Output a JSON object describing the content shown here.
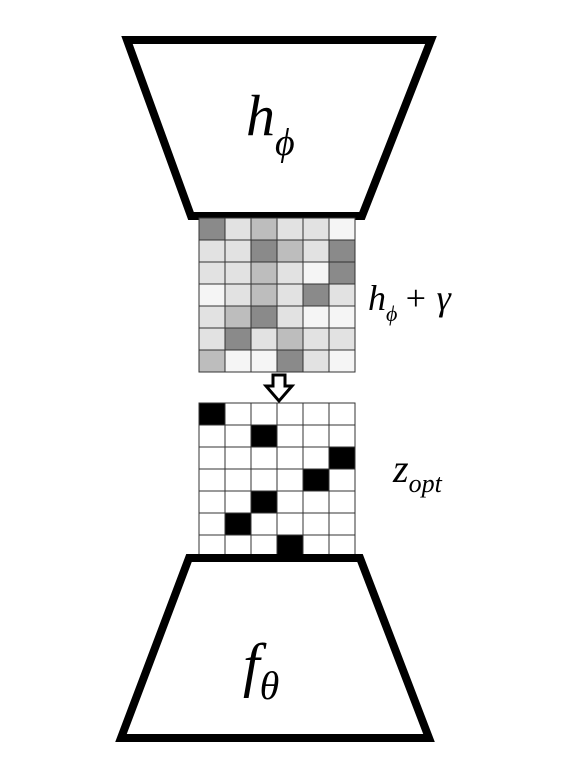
{
  "encoder": {
    "symbol": "h",
    "subscript": "ϕ"
  },
  "decoder": {
    "symbol": "f",
    "subscript": "θ"
  },
  "noisy_latent": {
    "label_symbol": "h",
    "label_subscript": "ϕ",
    "label_rest": "+ γ",
    "grid": [
      [
        3,
        1,
        2,
        1,
        1,
        0
      ],
      [
        1,
        1,
        3,
        2,
        1,
        3
      ],
      [
        1,
        1,
        2,
        1,
        0,
        3
      ],
      [
        0,
        1,
        2,
        1,
        3,
        1
      ],
      [
        1,
        2,
        3,
        1,
        0,
        0
      ],
      [
        1,
        3,
        1,
        2,
        1,
        1
      ],
      [
        2,
        0,
        0,
        3,
        1,
        0
      ]
    ],
    "shade_colors": [
      "#f5f5f5",
      "#e2e2e2",
      "#bdbdbd",
      "#8a8a8a"
    ]
  },
  "arrow": {
    "icon": "hollow-down-arrow-icon"
  },
  "optimal_latent": {
    "label_symbol": "z",
    "label_subscript": "opt",
    "grid": [
      [
        1,
        0,
        0,
        0,
        0,
        0
      ],
      [
        0,
        0,
        1,
        0,
        0,
        0
      ],
      [
        0,
        0,
        0,
        0,
        0,
        1
      ],
      [
        0,
        0,
        0,
        0,
        1,
        0
      ],
      [
        0,
        0,
        1,
        0,
        0,
        0
      ],
      [
        0,
        1,
        0,
        0,
        0,
        0
      ],
      [
        0,
        0,
        0,
        1,
        0,
        0
      ]
    ],
    "cell_colors": [
      "#ffffff",
      "#000000"
    ]
  }
}
